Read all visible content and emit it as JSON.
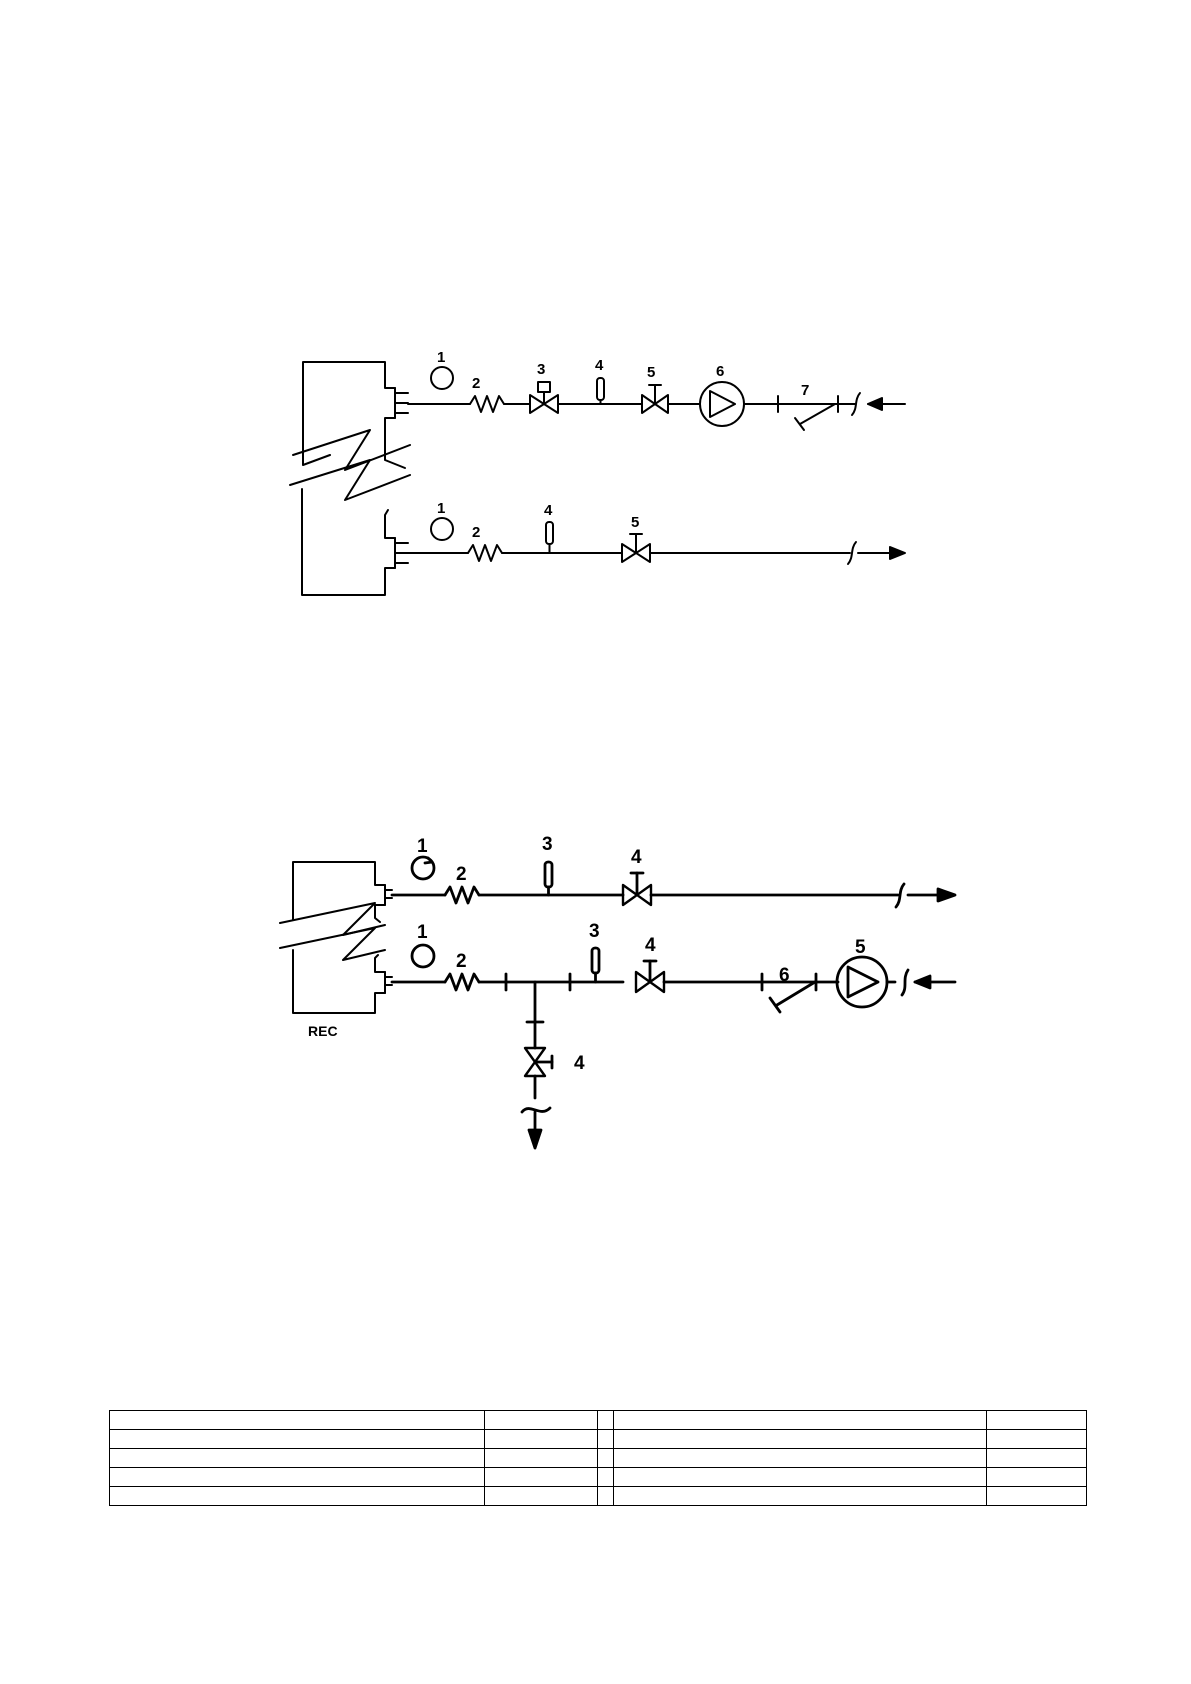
{
  "diagram1": {
    "supply_labels": [
      "1",
      "2",
      "3",
      "4",
      "5",
      "6",
      "7"
    ],
    "return_labels": [
      "1",
      "2",
      "4",
      "5"
    ]
  },
  "diagram2": {
    "unit_label": "REC",
    "upper_labels": [
      "1",
      "2",
      "3",
      "4"
    ],
    "lower_labels": [
      "1",
      "2",
      "3",
      "4",
      "5",
      "6"
    ],
    "drain_label": "4"
  },
  "legend_table": {
    "rows": [
      [
        "",
        "",
        "",
        "",
        ""
      ],
      [
        "",
        "",
        "",
        "",
        ""
      ],
      [
        "",
        "",
        "",
        "",
        ""
      ],
      [
        "",
        "",
        "",
        "",
        ""
      ],
      [
        "",
        "",
        "",
        "",
        ""
      ]
    ]
  }
}
